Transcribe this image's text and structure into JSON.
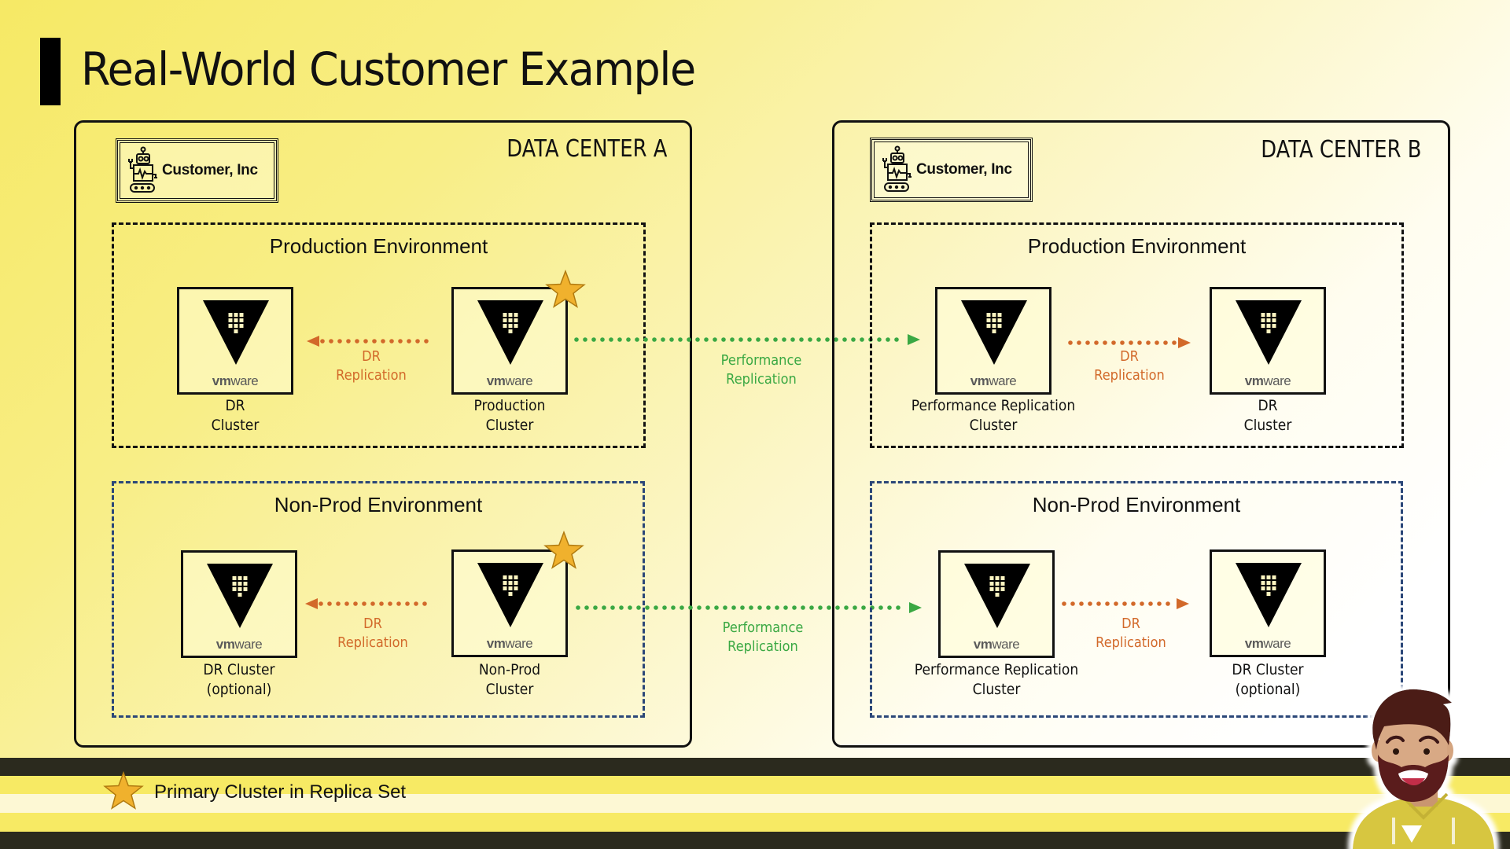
{
  "slide": {
    "title": "Real-World Customer Example",
    "colors": {
      "dr_replication": "#d2692a",
      "performance_replication": "#3aa843",
      "star_fill": "#f0b12d",
      "star_stroke": "#b07a10",
      "nonprod_border": "#2b4778",
      "stripe_dark": "#2b2a1e",
      "stripe_yellow": "#f7ea64",
      "stripe_cream": "#fdf8d4"
    }
  },
  "data_centers": [
    {
      "label": "DATA CENTER A",
      "customer": "Customer, Inc",
      "production": {
        "title": "Production Environment",
        "clusters": [
          {
            "logo": "vmware",
            "label_line1": "DR",
            "label_line2": "Cluster",
            "primary": false
          },
          {
            "logo": "vmware",
            "label_line1": "Production",
            "label_line2": "Cluster",
            "primary": true
          }
        ],
        "replication": {
          "line1": "DR",
          "line2": "Replication",
          "direction": "left"
        }
      },
      "nonprod": {
        "title": "Non-Prod Environment",
        "clusters": [
          {
            "logo": "vmware",
            "label_line1": "DR Cluster",
            "label_line2": "(optional)",
            "primary": false
          },
          {
            "logo": "vmware",
            "label_line1": "Non-Prod",
            "label_line2": "Cluster",
            "primary": true
          }
        ],
        "replication": {
          "line1": "DR",
          "line2": "Replication",
          "direction": "left"
        }
      }
    },
    {
      "label": "DATA CENTER B",
      "customer": "Customer, Inc",
      "production": {
        "title": "Production Environment",
        "clusters": [
          {
            "logo": "vmware",
            "label_line1": "Performance Replication",
            "label_line2": "Cluster",
            "primary": false
          },
          {
            "logo": "vmware",
            "label_line1": "DR",
            "label_line2": "Cluster",
            "primary": false
          }
        ],
        "replication": {
          "line1": "DR",
          "line2": "Replication",
          "direction": "right"
        }
      },
      "nonprod": {
        "title": "Non-Prod Environment",
        "clusters": [
          {
            "logo": "vmware",
            "label_line1": "Performance Replication",
            "label_line2": "Cluster",
            "primary": false
          },
          {
            "logo": "vmware",
            "label_line1": "DR Cluster",
            "label_line2": "(optional)",
            "primary": false
          }
        ],
        "replication": {
          "line1": "DR",
          "line2": "Replication",
          "direction": "right"
        }
      }
    }
  ],
  "cross_dc_replication": [
    {
      "line1": "Performance",
      "line2": "Replication",
      "from": "Production Cluster",
      "to": "Performance Replication Cluster"
    },
    {
      "line1": "Performance",
      "line2": "Replication",
      "from": "Non-Prod Cluster",
      "to": "Performance Replication Cluster"
    }
  ],
  "logo": {
    "bold": "vm",
    "light": "ware"
  },
  "legend": {
    "icon": "star-icon",
    "text": "Primary Cluster in Replica Set"
  },
  "presenter": {
    "icon": "presenter-avatar"
  }
}
